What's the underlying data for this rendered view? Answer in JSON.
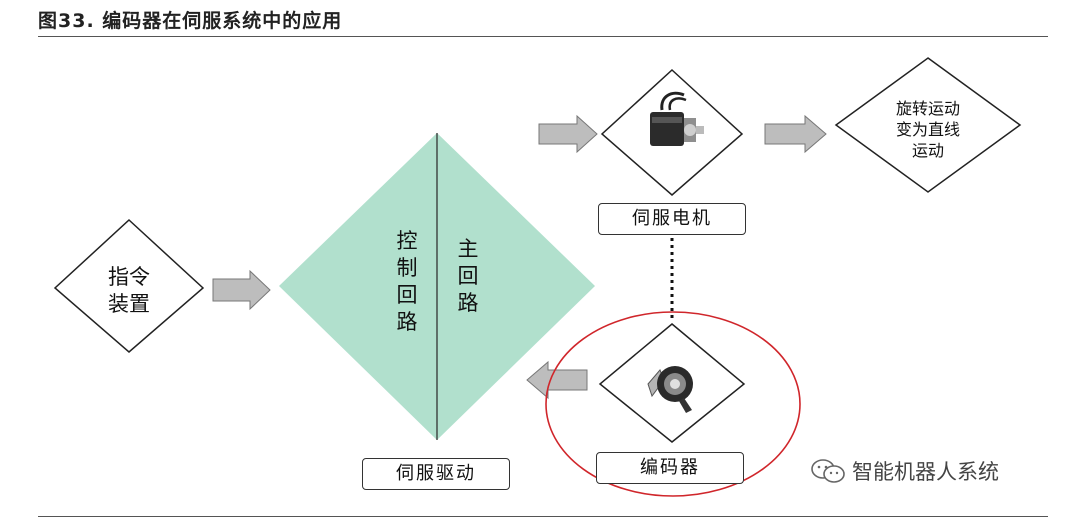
{
  "figure": {
    "title": "图33. 编码器在伺服系统中的应用"
  },
  "nodes": {
    "command_device": "指令\n装置",
    "control_loop": "控制回路",
    "main_loop": "主回路",
    "servo_drive": "伺服驱动",
    "servo_motor": "伺服电机",
    "encoder": "编码器",
    "rotary_to_linear": "旋转运动\n变为直线\n运动"
  },
  "watermark": {
    "text": "智能机器人系统",
    "icon": "wechat-icon"
  },
  "colors": {
    "diamond_fill": "#b1e0cd",
    "arrow_fill": "#bdbdbd",
    "highlight_circle": "#d0262b",
    "line": "#333333"
  }
}
